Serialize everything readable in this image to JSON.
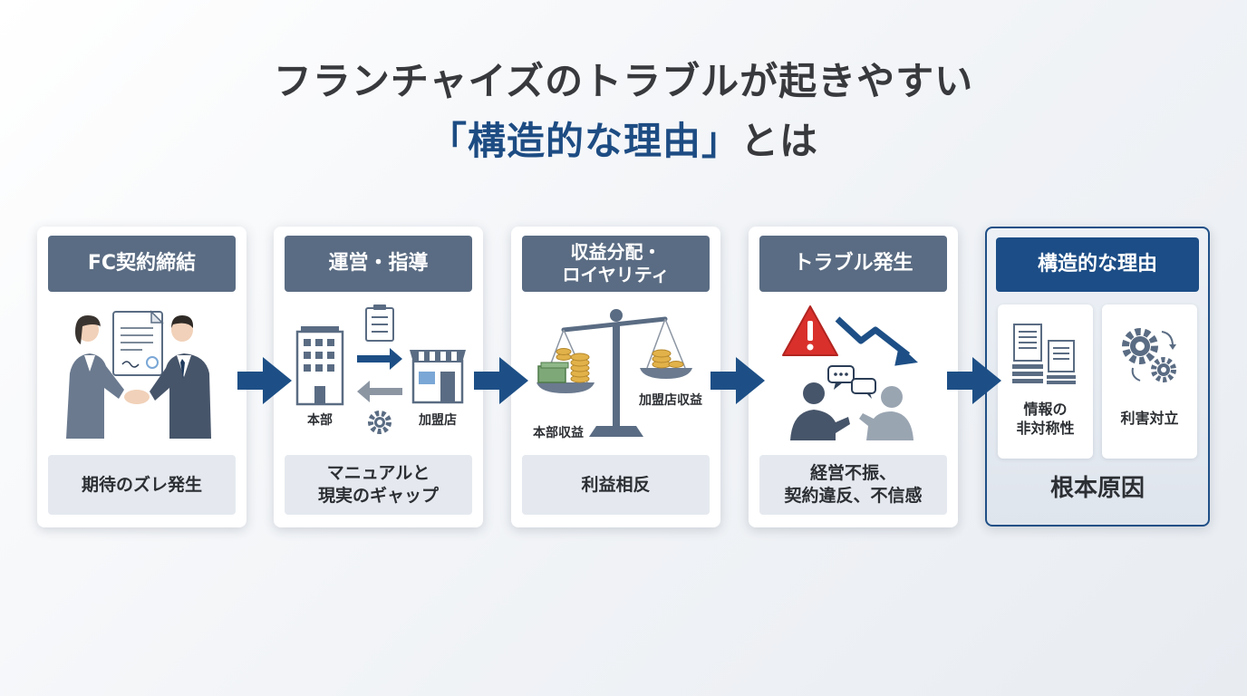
{
  "title": {
    "line1": "フランチャイズのトラブルが起きやすい",
    "line2_highlight": "「構造的な理由」",
    "line2_rest": "とは"
  },
  "steps": [
    {
      "header": "FC契約締結",
      "footer": "期待のズレ発生",
      "icon": "contract-handshake-icon"
    },
    {
      "header": "運営・指導",
      "footer_line1": "マニュアルと",
      "footer_line2": "現実のギャップ",
      "label_left": "本部",
      "label_right": "加盟店",
      "icon": "hq-store-icon"
    },
    {
      "header_line1": "収益分配・",
      "header_line2": "ロイヤリティ",
      "footer": "利益相反",
      "label_left": "本部収益",
      "label_right": "加盟店収益",
      "icon": "balance-scale-icon"
    },
    {
      "header": "トラブル発生",
      "footer_line1": "経営不振、",
      "footer_line2": "契約違反、不信感",
      "icon": "warning-decline-icon"
    }
  ],
  "root": {
    "header": "構造的な理由",
    "item1_line1": "情報の",
    "item1_line2": "非対称性",
    "item2": "利害対立",
    "footer": "根本原因"
  },
  "colors": {
    "header": "#5a6c83",
    "accent": "#1c4d86",
    "arrow": "#1d4f86",
    "footer_bg": "#e5e9ef",
    "warning": "#d9302c",
    "coin": "#e2b24a"
  }
}
